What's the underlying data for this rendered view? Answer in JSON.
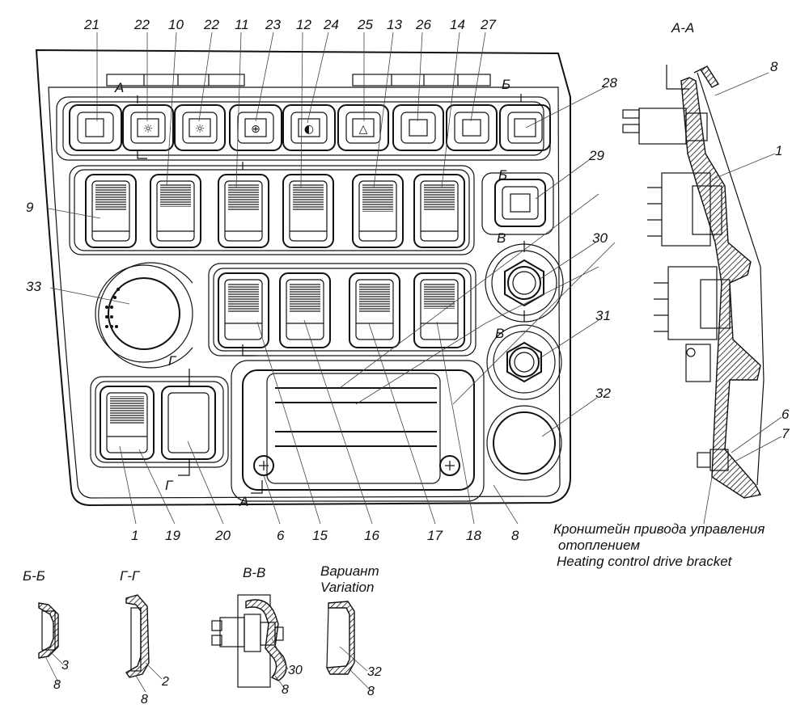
{
  "drawing": {
    "callouts_top": [
      "21",
      "22",
      "10",
      "22",
      "11",
      "23",
      "12",
      "24",
      "25",
      "13",
      "26",
      "14",
      "27"
    ],
    "callouts_right": [
      "28",
      "29",
      "30",
      "31",
      "32"
    ],
    "callouts_left": [
      "9",
      "33"
    ],
    "callouts_bottom": [
      "1",
      "19",
      "20",
      "6",
      "15",
      "16",
      "17",
      "18",
      "8"
    ],
    "section_marks": {
      "a": "А",
      "b": "Б",
      "v": "В",
      "g": "Г"
    },
    "section_view_main": {
      "title": "А-А",
      "labels": [
        "8",
        "1",
        "6",
        "7"
      ]
    },
    "bracket_caption": {
      "ru_line1": "Кронштейн привода управления",
      "ru_line2": "отоплением",
      "en": "Heating control drive bracket"
    },
    "small_sections": [
      {
        "title": "Б-Б",
        "labels": [
          "3",
          "8"
        ]
      },
      {
        "title": "Г-Г",
        "labels": [
          "2",
          "8"
        ]
      },
      {
        "title": "В-В",
        "labels": [
          "30",
          "8"
        ]
      },
      {
        "title_ru": "Вариант",
        "title_en": "Variation",
        "labels": [
          "32",
          "8"
        ]
      }
    ]
  },
  "icons": [
    "lamp-rear-icon",
    "lamp-front-icon",
    "fog-lamp-front-icon",
    "fog-lamp-rear-icon",
    "hazard-warning-icon"
  ]
}
